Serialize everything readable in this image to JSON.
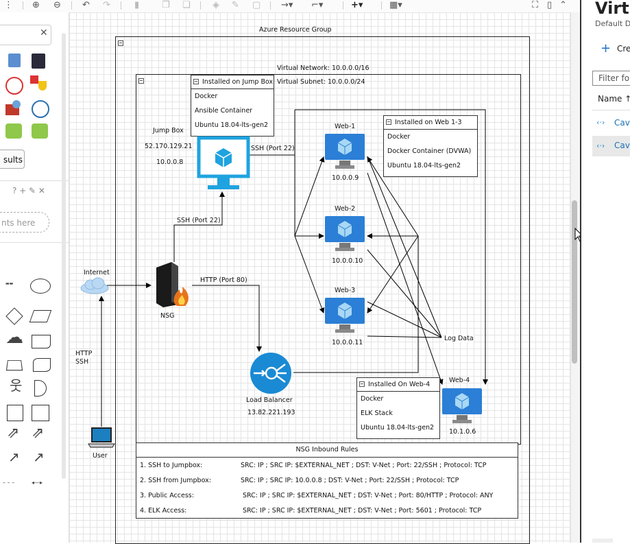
{
  "canvas": {
    "resource_group_title": "Azure Resource Group",
    "vnet_title": "Virtual Network: 10.0.0.0/16",
    "subnet_title": "Virtual Subnet: 10.0.0.0/24"
  },
  "jumpbox": {
    "name": "Jump Box",
    "public_ip": "52.170.129.21",
    "private_ip": "10.0.0.8"
  },
  "jumpbox_installed": {
    "title": "Installed on Jump Box",
    "items": [
      "Docker",
      "Ansible Container",
      "Ubuntu 18.04-lts-gen2"
    ]
  },
  "web_installed": {
    "title": "Installed on Web 1-3",
    "items": [
      "Docker",
      "Docker Container (DVWA)",
      "Ubuntu 18.04-lts-gen2"
    ]
  },
  "elk_installed": {
    "title": "Installed On Web-4",
    "items": [
      "Docker",
      "ELK Stack",
      "Ubuntu 18.04-lts-gen2"
    ]
  },
  "web1": {
    "name": "Web-1",
    "ip": "10.0.0.9"
  },
  "web2": {
    "name": "Web-2",
    "ip": "10.0.0.10"
  },
  "web3": {
    "name": "Web-3",
    "ip": "10.0.0.11"
  },
  "web4": {
    "name": "Web-4",
    "ip": "10.1.0.6"
  },
  "internet": {
    "name": "Internet"
  },
  "nsg": {
    "name": "NSG"
  },
  "user": {
    "name": "User",
    "protocols": [
      "HTTP",
      "SSH"
    ]
  },
  "load_balancer": {
    "name": "Load Balancer",
    "ip": "13.82.221.193"
  },
  "edges": {
    "ssh_nsg_jump": "SSH (Port 22)",
    "ssh_jump_webs": "SSH (Port 22)",
    "http_nsg_lb": "HTTP (Port 80)",
    "log_data": "Log Data"
  },
  "rules": {
    "title": "NSG Inbound Rules",
    "rows": [
      {
        "name": "1. SSH to Jumpbox:",
        "detail": "SRC: IP ; SRC IP: $EXTERNAL_NET ; DST: V-Net ; Port: 22/SSH ; Protocol: TCP"
      },
      {
        "name": "2. SSH from Jumpbox:",
        "detail": "SRC: IP ; SRC IP: 10.0.0.8 ; DST: V-Net ; Port: 22/SSH ; Protocol: TCP"
      },
      {
        "name": "3. Public Access:",
        "detail": "SRC: IP ; SRC IP: $EXTERNAL_NET ; DST: V-Net ; Port: 80/HTTP ; Protocol: ANY"
      },
      {
        "name": "4. ELK Access:",
        "detail": "SRC: IP ; SRC IP: $EXTERNAL_NET ; DST: V-Net ; Port: 5601 ; Protocol: TCP"
      }
    ]
  },
  "left_panel": {
    "results_button": "sults",
    "drop_hint": "nts here",
    "panel_tools": "? + ✎ ✕"
  },
  "right_panel": {
    "title": "Virtu",
    "subtitle": "Default Di",
    "create_label": "Cre",
    "filter_placeholder": "Filter for",
    "name_header": "Name ↑",
    "items": [
      "Cave",
      "Cave"
    ]
  },
  "colors": {
    "azure_blue": "#1f8fd8",
    "vm_blue": "#2b7fd6",
    "lb_blue": "#1a8ad4",
    "nsg_flame": "#e8731a"
  }
}
